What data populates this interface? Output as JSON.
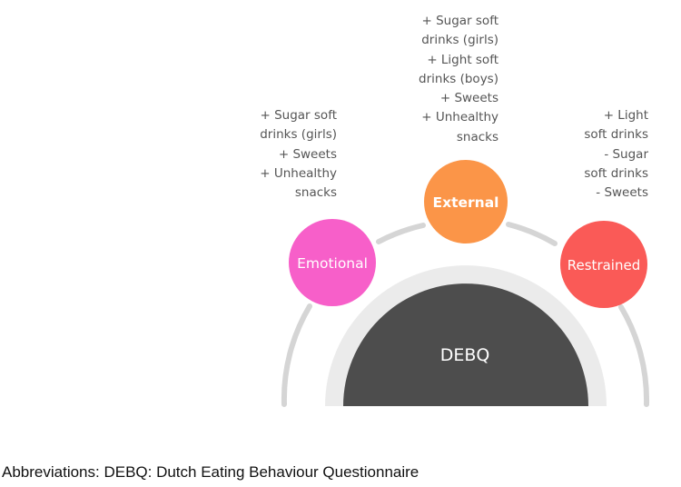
{
  "center": {
    "label": "DEBQ"
  },
  "categories": [
    {
      "key": "emotional",
      "label": "Emotional",
      "color": "#f75fc9",
      "effects": [
        "+ Sugar soft",
        "drinks (girls)",
        "+ Sweets",
        "+ Unhealthy",
        "snacks"
      ]
    },
    {
      "key": "external",
      "label": "External",
      "color": "#fb9548",
      "effects": [
        "+ Sugar soft",
        "drinks (girls)",
        "+ Light soft",
        "drinks (boys)",
        "+ Sweets",
        "+ Unhealthy",
        "snacks"
      ]
    },
    {
      "key": "restrained",
      "label": "Restrained",
      "color": "#fa5a57",
      "effects": [
        "+ Light",
        "soft drinks",
        "- Sugar",
        "soft drinks",
        "- Sweets"
      ]
    }
  ],
  "colors": {
    "center": "#4d4d4d",
    "outer_ring": "#d5d5d5",
    "inner_ring": "#ebebeb"
  },
  "footer": {
    "text": "Abbreviations: DEBQ: Dutch Eating Behaviour Questionnaire"
  }
}
